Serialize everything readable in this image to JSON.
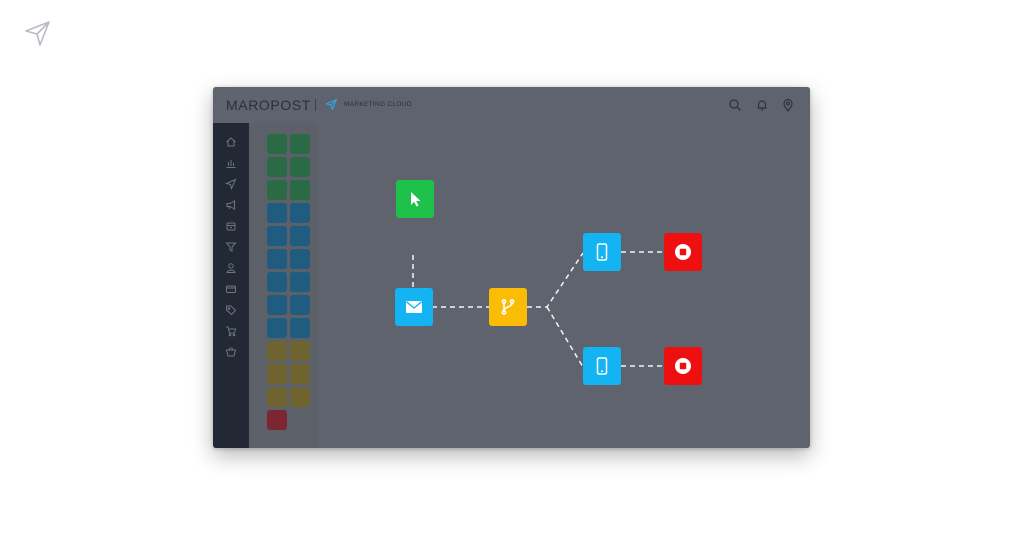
{
  "header": {
    "brand": "MAROPOST",
    "product": "MARKETING CLOUD"
  },
  "icons": {
    "corner": "paper-plane-icon",
    "product": "paper-plane-icon",
    "top": [
      "search-icon",
      "bell-icon",
      "location-pin-icon"
    ],
    "sidebar": [
      "home-icon",
      "chart-icon",
      "paper-plane-icon",
      "megaphone-icon",
      "box-icon",
      "funnel-icon",
      "user-icon",
      "card-icon",
      "tag-icon",
      "cart-icon",
      "basket-icon"
    ]
  },
  "palette": {
    "green_tile": "#2a6a45",
    "blue_tile": "#1f5c80",
    "gold_tile": "#6f6330",
    "red_tile": "#7b2630",
    "node_green": "#1ec24a",
    "node_blue": "#13b4f1",
    "node_yellow": "#fbbc05",
    "node_red": "#ee1010"
  },
  "workflow": {
    "nodes": [
      {
        "id": "trigger",
        "icon": "cursor-icon",
        "color": "#1ec24a"
      },
      {
        "id": "email",
        "icon": "envelope-icon",
        "color": "#13b4f1"
      },
      {
        "id": "split",
        "icon": "branch-icon",
        "color": "#fbbc05"
      },
      {
        "id": "sms-top",
        "icon": "mobile-icon",
        "color": "#13b4f1"
      },
      {
        "id": "sms-bottom",
        "icon": "mobile-icon",
        "color": "#13b4f1"
      },
      {
        "id": "stop-top",
        "icon": "stop-icon",
        "color": "#ee1010"
      },
      {
        "id": "stop-bottom",
        "icon": "stop-icon",
        "color": "#ee1010"
      }
    ]
  }
}
